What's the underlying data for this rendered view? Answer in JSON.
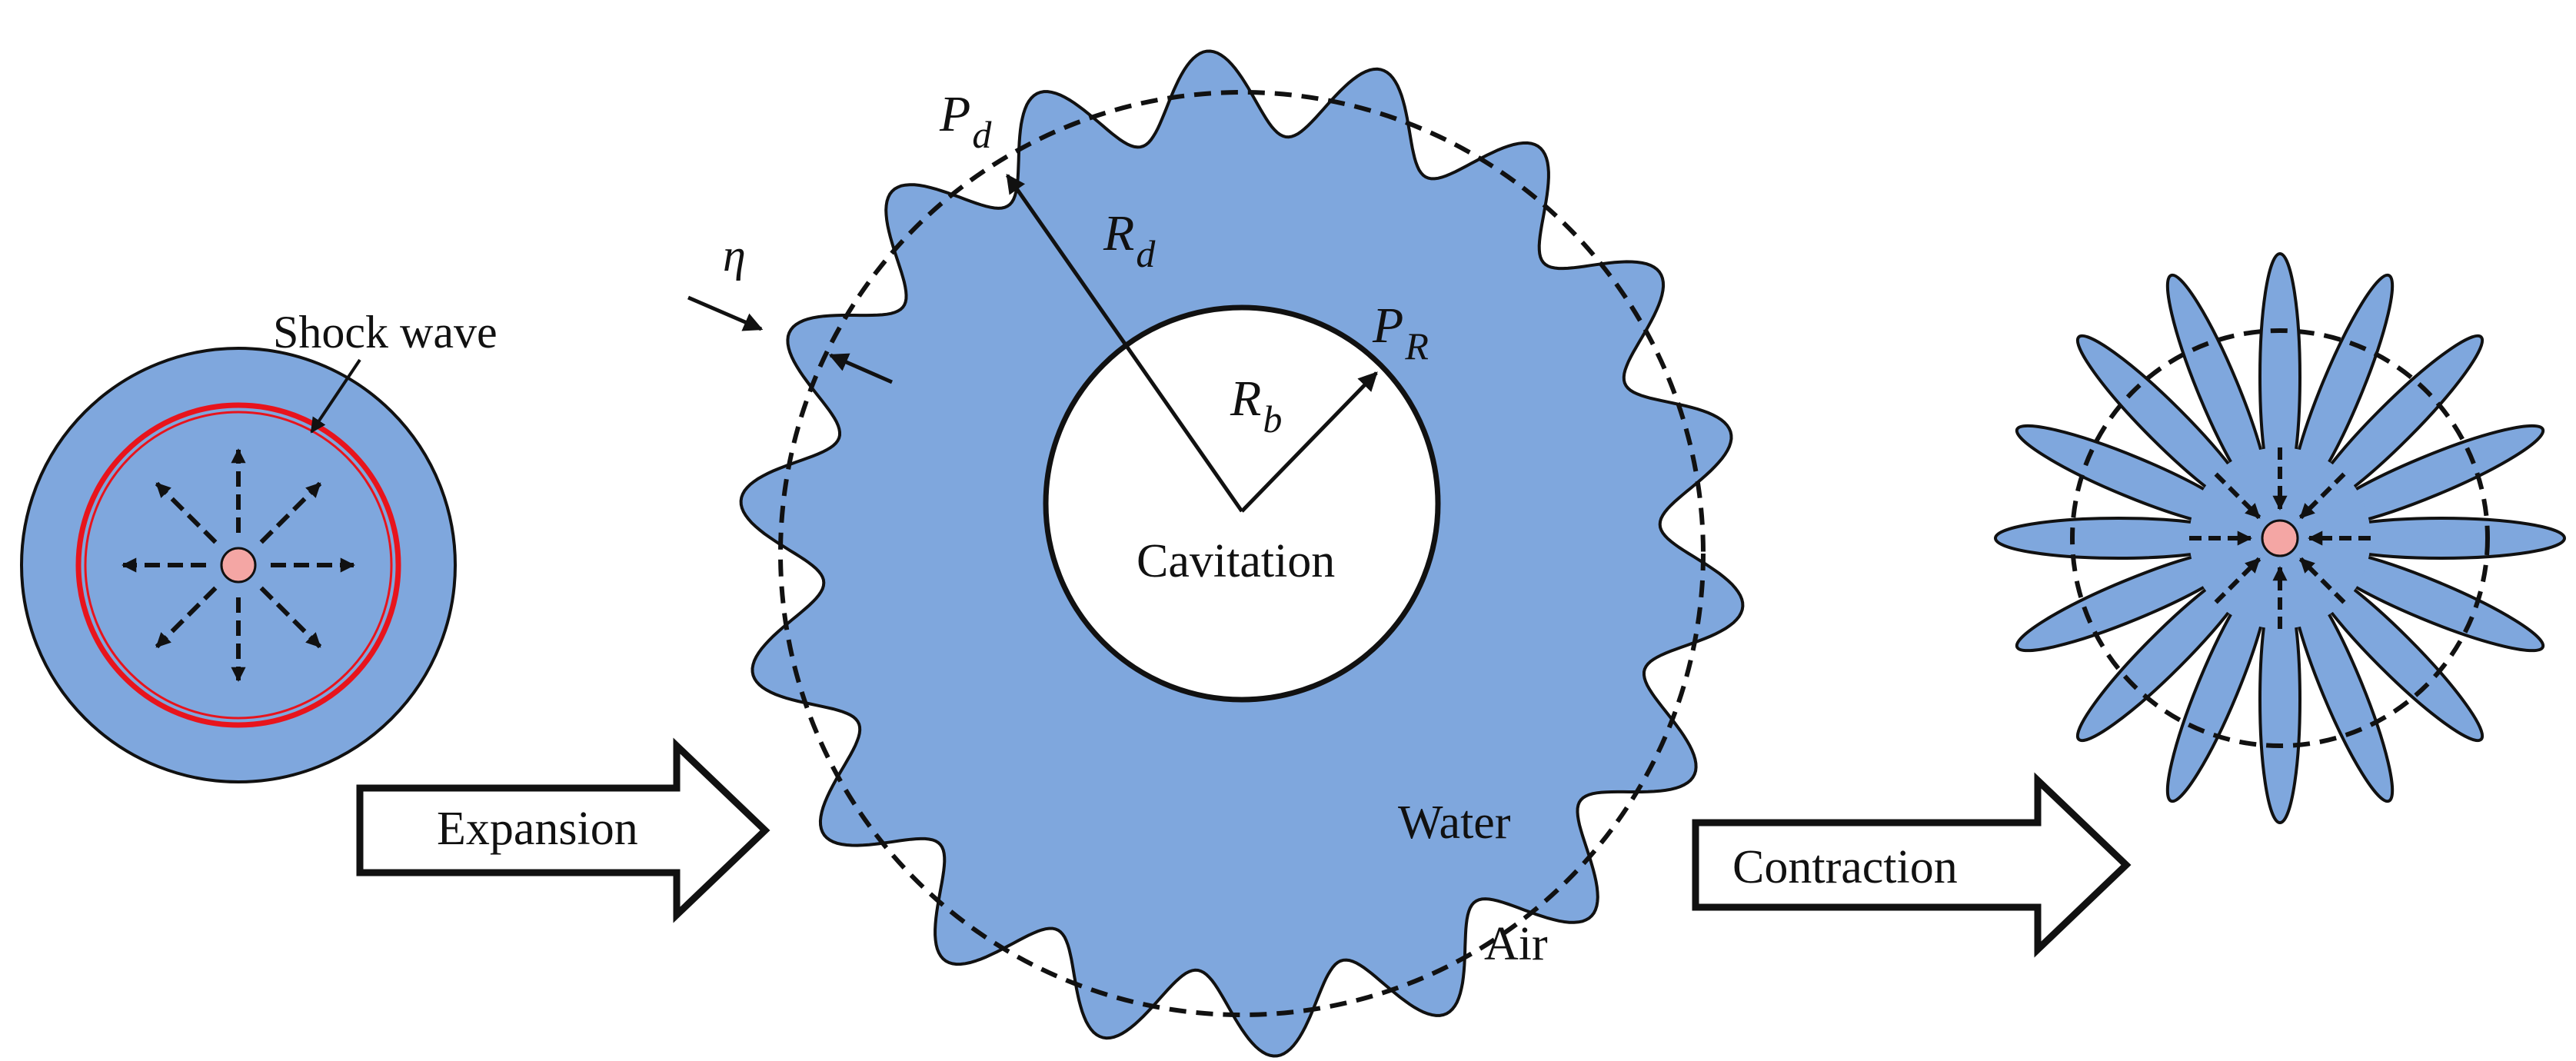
{
  "diagram": {
    "left_panel": {
      "shock_wave_label": "Shock wave"
    },
    "arrows": {
      "expansion_label": "Expansion",
      "contraction_label": "Contraction"
    },
    "center_panel": {
      "label_p_d": "P",
      "label_p_d_sub": "d",
      "label_r_d": "R",
      "label_r_d_sub": "d",
      "label_p_r": "P",
      "label_p_r_sub": "R",
      "label_r_b": "R",
      "label_r_b_sub": "b",
      "label_eta": "η",
      "cavitation_label": "Cavitation",
      "water_label": "Water",
      "air_label": "Air",
      "lobe_count": 18
    },
    "right_panel": {
      "petal_count": 16
    },
    "colors": {
      "water_fill": "#7fa7dd",
      "shock_wave": "#e8141c",
      "center_dot": "#f4a6a4",
      "outline": "#111111",
      "background": "#ffffff"
    }
  }
}
